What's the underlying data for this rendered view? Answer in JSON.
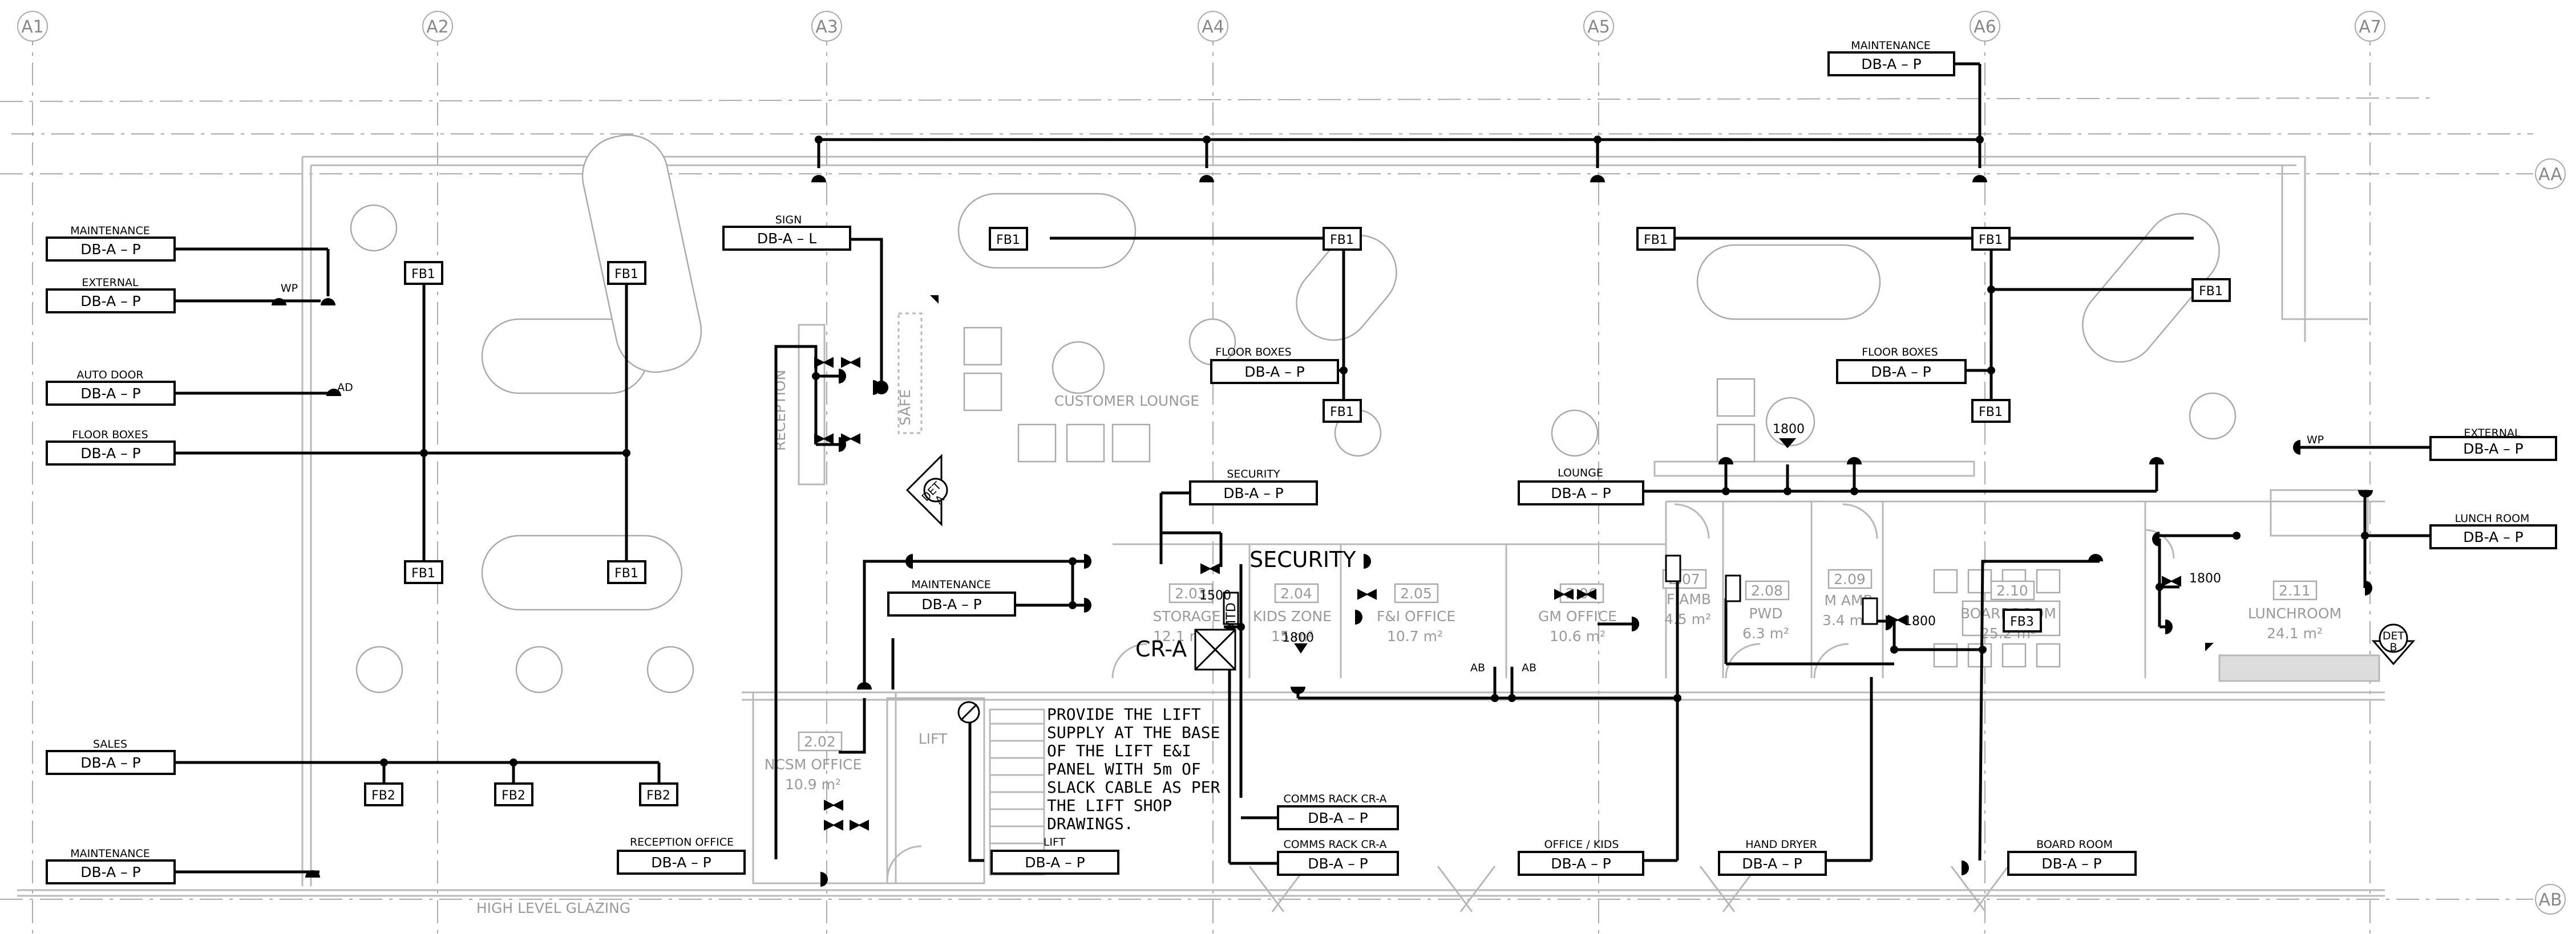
{
  "grid_columns": [
    "A1",
    "A2",
    "A3",
    "A4",
    "A5",
    "A6",
    "A7"
  ],
  "grid_rows": [
    "AA",
    "AB"
  ],
  "boards": [
    {
      "label": "MAINTENANCE",
      "board": "DB-A – P"
    },
    {
      "label": "MAINTENANCE",
      "board": "DB-A – P"
    },
    {
      "label": "EXTERNAL",
      "board": "DB-A – P"
    },
    {
      "label": "AUTO DOOR",
      "board": "DB-A – P"
    },
    {
      "label": "FLOOR BOXES",
      "board": "DB-A – P"
    },
    {
      "label": "SALES",
      "board": "DB-A – P"
    },
    {
      "label": "MAINTENANCE",
      "board": "DB-A – P"
    },
    {
      "label": "SIGN",
      "board": "DB-A – L"
    },
    {
      "label": "MAINTENANCE",
      "board": "DB-A – P"
    },
    {
      "label": "RECEPTION OFFICE",
      "board": "DB-A – P"
    },
    {
      "label": "LIFT",
      "board": "DB-A – P"
    },
    {
      "label": "FLOOR BOXES",
      "board": "DB-A – P"
    },
    {
      "label": "SECURITY",
      "board": "DB-A – P"
    },
    {
      "label": "COMMS RACK CR-A",
      "board": "DB-A – P"
    },
    {
      "label": "COMMS RACK CR-A",
      "board": "DB-A – P"
    },
    {
      "label": "LOUNGE",
      "board": "DB-A – P"
    },
    {
      "label": "FLOOR BOXES",
      "board": "DB-A – P"
    },
    {
      "label": "OFFICE / KIDS",
      "board": "DB-A – P"
    },
    {
      "label": "HAND DRYER",
      "board": "DB-A – P"
    },
    {
      "label": "BOARD ROOM",
      "board": "DB-A – P"
    },
    {
      "label": "EXTERNAL",
      "board": "DB-A – P"
    },
    {
      "label": "LUNCH ROOM",
      "board": "DB-A – P"
    }
  ],
  "floor_box_tags": [
    "FB1",
    "FB1",
    "FB1",
    "FB1",
    "FB1",
    "FB1",
    "FB1",
    "FB1",
    "FB1",
    "FB1",
    "FB1",
    "FB2",
    "FB2",
    "FB2",
    "FB3"
  ],
  "rooms": [
    {
      "number": "2.02",
      "name": "NCSM OFFICE",
      "area": "10.9 m²"
    },
    {
      "number": "2.03",
      "name": "STORAGE",
      "area": "12.1 m²"
    },
    {
      "number": "2.04",
      "name": "KIDS ZONE",
      "area": "15 m²"
    },
    {
      "number": "2.05",
      "name": "F&I OFFICE",
      "area": "10.7 m²"
    },
    {
      "number": "2.06",
      "name": "GM OFFICE",
      "area": "10.6 m²"
    },
    {
      "number": "2.07",
      "name": "F AMB",
      "area": "4.5 m²"
    },
    {
      "number": "2.08",
      "name": "PWD",
      "area": "6.3 m²"
    },
    {
      "number": "2.09",
      "name": "M AMB",
      "area": "3.4 m²"
    },
    {
      "number": "2.10",
      "name": "BOARDROOM",
      "area": "25.2 m²"
    },
    {
      "number": "2.11",
      "name": "LUNCHROOM",
      "area": "24.1 m²"
    }
  ],
  "area_labels": {
    "customer_lounge": "CUSTOMER LOUNGE",
    "reception": "RECEPTION",
    "safe": "SAFE",
    "lift": "LIFT",
    "glazing": "HIGH LEVEL GLAZING"
  },
  "symbol_tags": {
    "wp": "WP",
    "ad": "AD",
    "ab": "AB",
    "h1800": "1800",
    "h1500": "1500",
    "mtd": "MTD",
    "cra": "CR-A",
    "security": "SECURITY",
    "det_a": "DET\nA",
    "det_b": "DET\nB"
  },
  "notes": {
    "lift_note": [
      "PROVIDE THE LIFT",
      "SUPPLY AT THE BASE",
      "OF THE LIFT E&I",
      "PANEL WITH 5m OF",
      "SLACK CABLE AS PER",
      "THE LIFT SHOP",
      "DRAWINGS."
    ]
  },
  "colors": {
    "wiring": "#000000",
    "architecture": "#b8b8b8",
    "gridline": "#aaaaaa"
  }
}
